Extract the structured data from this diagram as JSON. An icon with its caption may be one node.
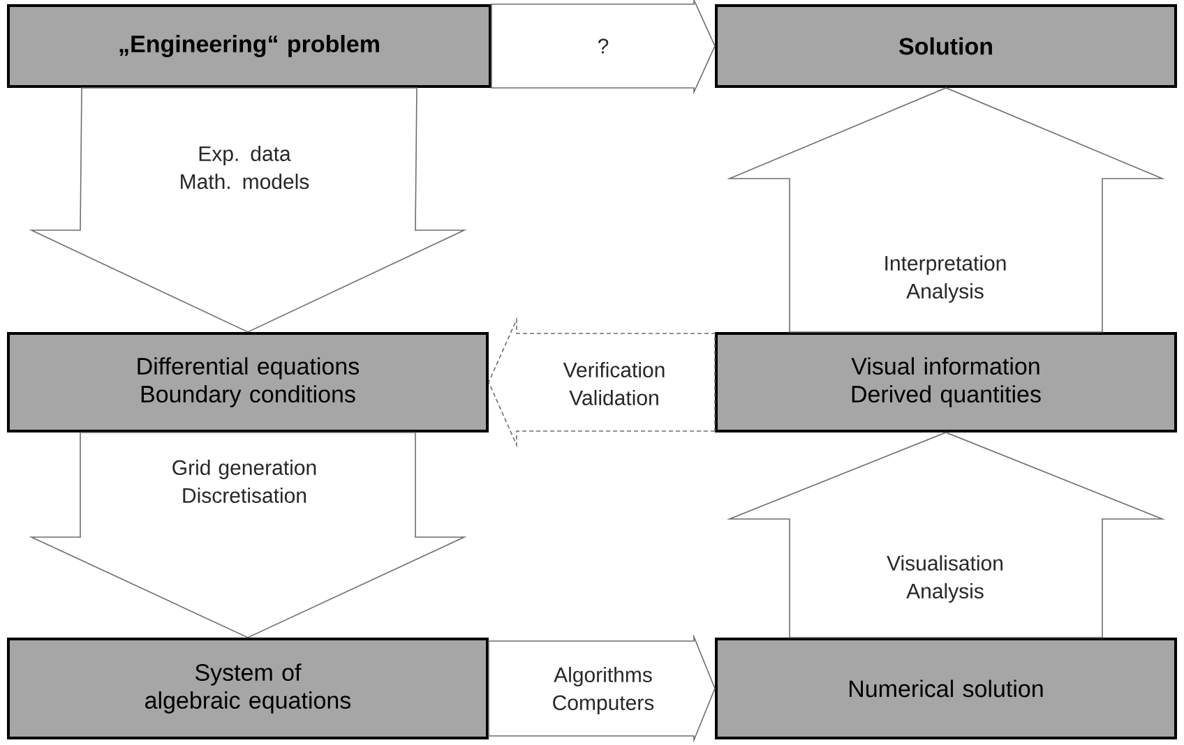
{
  "diagram": {
    "nodes": [
      {
        "text": [
          "„Engineering“ problem"
        ]
      },
      {
        "text": [
          "Solution"
        ]
      },
      {
        "text": [
          "Differential equations Boundary conditions"
        ]
      },
      {
        "text": [
          "Visual information Derived quantities"
        ]
      },
      {
        "text": [
          "System of algebraic equations"
        ]
      },
      {
        "text": [
          "Numerical solution"
        ]
      }
    ],
    "edges": [
      {
        "from": 0,
        "to": 1,
        "arrow": "to",
        "label": "?"
      },
      {
        "from": 0,
        "to": 2,
        "arrow": "to",
        "label": "Exp. data Math. models"
      },
      {
        "from": 3,
        "to": 1,
        "arrow": "to",
        "label": "Interpretation Analysis"
      },
      {
        "from": 3,
        "to": 2,
        "arrow": "to",
        "label": "Verification Validation",
        "style": "dashed"
      },
      {
        "from": 2,
        "to": 4,
        "arrow": "to",
        "label": "Grid generation Discretisation"
      },
      {
        "from": 5,
        "to": 3,
        "arrow": "to",
        "label": "Visualisation Analysis"
      },
      {
        "from": 4,
        "to": 5,
        "arrow": "to",
        "label": "Algorithms Computers"
      }
    ]
  }
}
